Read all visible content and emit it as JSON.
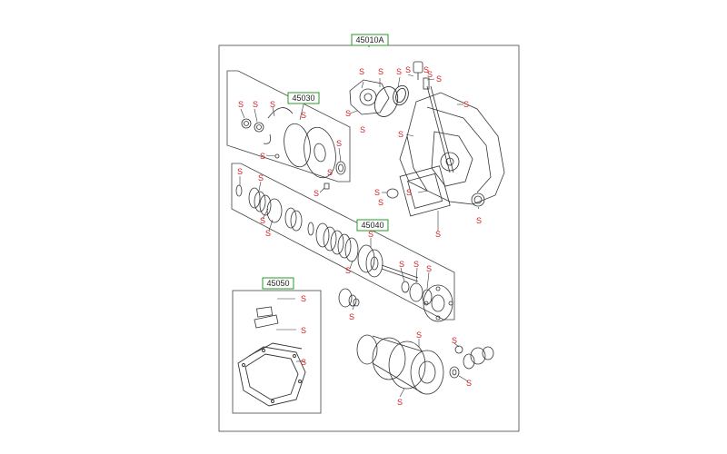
{
  "diagram": {
    "assembly": {
      "code": "45010A",
      "badge_color": "#2a9a2a"
    },
    "groups": [
      {
        "id": "kit-45030",
        "code": "45030"
      },
      {
        "id": "kit-45040",
        "code": "45040"
      },
      {
        "id": "kit-45050",
        "code": "45050"
      }
    ],
    "marker_text": "S",
    "marker_color": "#d42020",
    "line_color": "#333333"
  }
}
